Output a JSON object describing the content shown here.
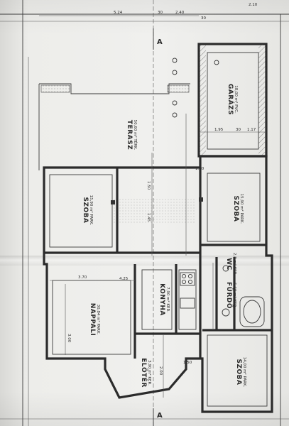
{
  "plan": {
    "rooms": [
      {
        "name": "GARÁZS",
        "area": "18,00 m² PVC."
      },
      {
        "name": "TERASZ",
        "area": "50,60 m² TÉRK."
      },
      {
        "name": "SZOBA",
        "area": "15,90 m² PARK."
      },
      {
        "name": "SZOBA",
        "area": "15,90 m² PARK."
      },
      {
        "name": "NAPPALI",
        "area": "30,84 m² PARK."
      },
      {
        "name": "KONYHA",
        "area": "7,90 m² KER."
      },
      {
        "name": "FÜRDŐ",
        "area": "5,60 m² KER."
      },
      {
        "name": "WC",
        "area": "2,8 m² KER."
      },
      {
        "name": "ELŐTÉR",
        "area": "3,90 m² KER."
      },
      {
        "name": "SZOBA",
        "area": "14,00 m² PARK."
      }
    ],
    "section_marks": [
      "A",
      "A"
    ],
    "dimensions": [
      "5.24",
      "30",
      "2.40",
      "30",
      "1.95",
      "30",
      "1.17",
      "2.10",
      "1.80",
      "3.70",
      "4.25",
      "3.00",
      "1.50",
      "2.00",
      "1.45",
      "1.50"
    ]
  }
}
